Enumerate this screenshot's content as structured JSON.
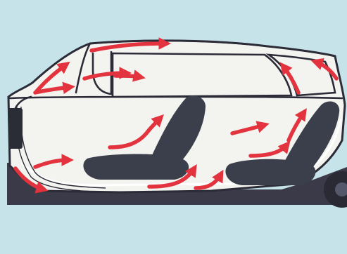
{
  "illustration": {
    "subject": "car-cabin-airflow-cutaway",
    "colors": {
      "background": "#c7e3ea",
      "car_body": "#f3f4f0",
      "outline": "#2c2c38",
      "seat": "#3b3f4b",
      "floor": "#3a3a48",
      "airflow_arrow": "#e2333f",
      "intake_unit": "#2a2c36"
    },
    "icons": [
      "car-outline",
      "front-seat",
      "rear-seat",
      "air-intake-unit",
      "wheel",
      "airflow-arrow"
    ]
  }
}
